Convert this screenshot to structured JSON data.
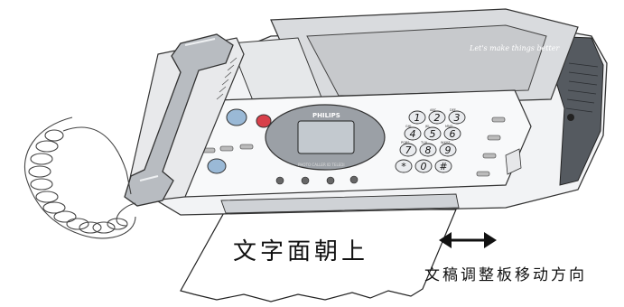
{
  "labels": {
    "paper_orientation": "文字面朝上",
    "guide_adjust": "文稿调整板移动方向"
  },
  "device": {
    "brand": "PHILIPS",
    "slogan": "Let's make things better",
    "display_caption": "PHOTO CALLER ID TELEDI",
    "keypad": [
      {
        "key": "1",
        "sub": ""
      },
      {
        "key": "2",
        "sub": "ABC"
      },
      {
        "key": "3",
        "sub": "DEF"
      },
      {
        "key": "4",
        "sub": "GHI"
      },
      {
        "key": "5",
        "sub": "JKL"
      },
      {
        "key": "6",
        "sub": "MNO"
      },
      {
        "key": "7",
        "sub": "PQRS"
      },
      {
        "key": "8",
        "sub": "TUV"
      },
      {
        "key": "9",
        "sub": "WXYZ"
      },
      {
        "key": "*",
        "sub": ""
      },
      {
        "key": "0",
        "sub": ""
      },
      {
        "key": "#",
        "sub": ""
      }
    ]
  },
  "icons": {
    "arrow": "double-headed-arrow",
    "start": "start-icon",
    "stop": "stop-icon",
    "speaker": "speaker-icon"
  }
}
